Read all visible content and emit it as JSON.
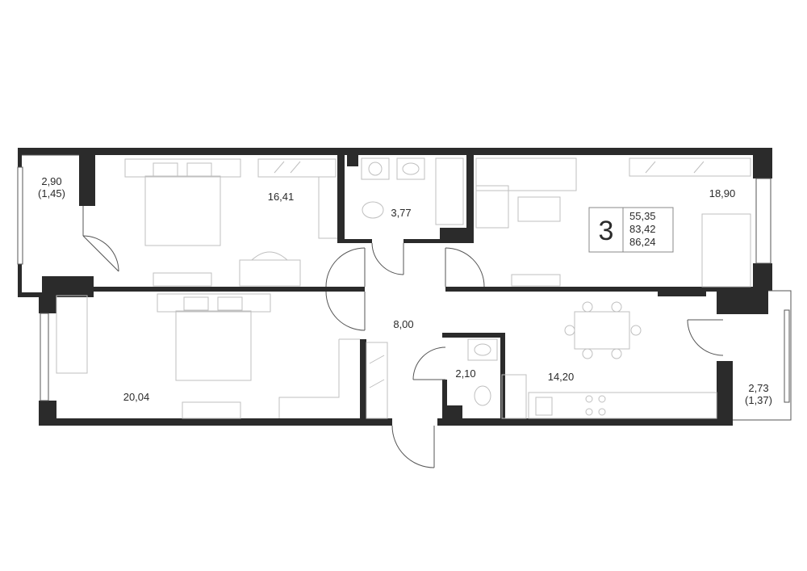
{
  "rooms": {
    "loggia_left": {
      "area": "2,90",
      "area_reduced": "(1,45)"
    },
    "bedroom_top": {
      "area": "16,41"
    },
    "bathroom": {
      "area": "3,77"
    },
    "living_room": {
      "area": "18,90"
    },
    "hallway": {
      "area": "8,00"
    },
    "bedroom_bottom": {
      "area": "20,04"
    },
    "wc": {
      "area": "2,10"
    },
    "kitchen": {
      "area": "14,20"
    },
    "loggia_right": {
      "area": "2,73",
      "area_reduced": "(1,37)"
    }
  },
  "info_box": {
    "rooms_count": "3",
    "living_area": "55,35",
    "total_area": "83,42",
    "total_area_with_loggias": "86,24"
  },
  "colors": {
    "wall": "#2b2b2b",
    "furniture": "#bfbfbf",
    "line": "#555555"
  }
}
